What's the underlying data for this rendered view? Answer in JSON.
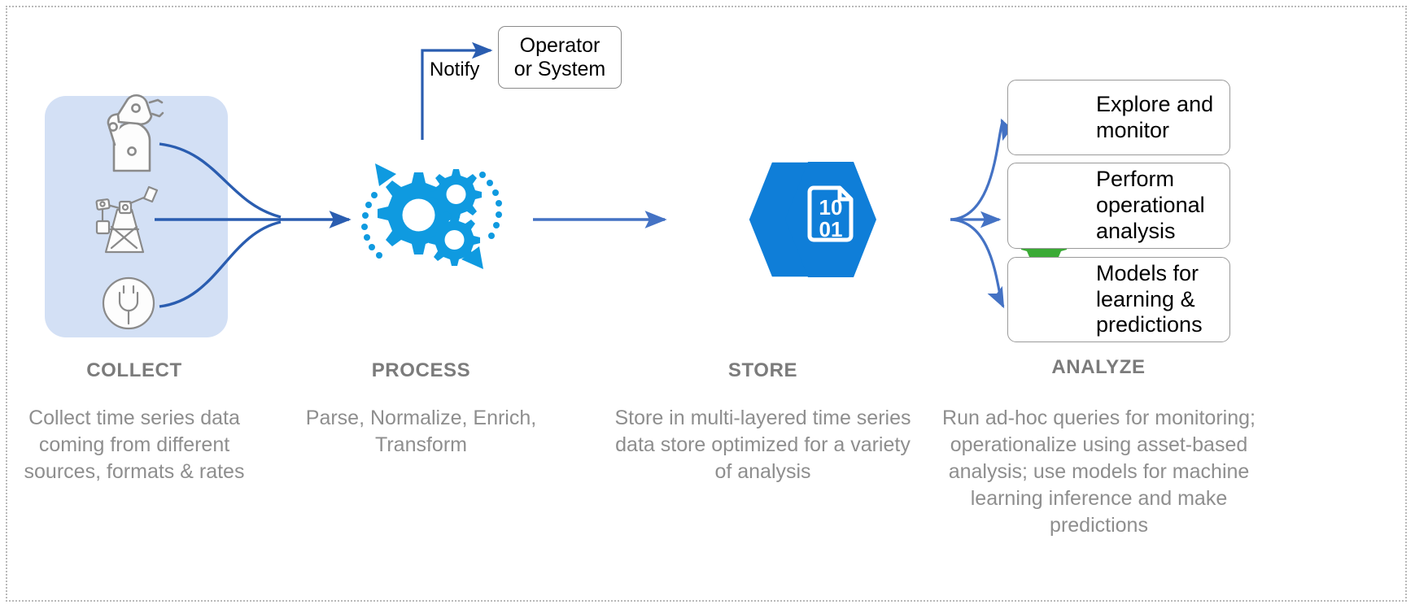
{
  "diagram": {
    "title": "Time series data pipeline",
    "frame_style": "dotted-border"
  },
  "colors": {
    "azure_blue": "#0f7ed8",
    "arrow_blue": "#4472c4",
    "notify_blue": "#2a5db0",
    "collect_panel_bg": "#d3e0f5",
    "icon_gray": "#8a8a8a",
    "caption_gray": "#7b7b7b",
    "description_gray": "#8e8e8e",
    "gear_green": "#3aaa35"
  },
  "notify": {
    "label": "Notify",
    "target_box": "Operator\nor System",
    "target_line_1": "Operator",
    "target_line_2": "or System"
  },
  "stages": [
    {
      "id": "collect",
      "title": "COLLECT",
      "description": "Collect time series data coming from different sources, formats & rates",
      "sources": [
        {
          "name": "robot-arm-icon",
          "label": "Robotic arm"
        },
        {
          "name": "oil-rig-icon",
          "label": "Oil rig / pumpjack"
        },
        {
          "name": "power-plug-icon",
          "label": "Power plug"
        }
      ]
    },
    {
      "id": "process",
      "title": "PROCESS",
      "description": "Parse, Normalize, Enrich, Transform",
      "icon": "gears-icon"
    },
    {
      "id": "store",
      "title": "STORE",
      "description": "Store in multi-layered time series data store optimized for a variety of analysis",
      "icon": "binary-document-hexagon-icon",
      "icon_text_line_1": "10",
      "icon_text_line_2": "01"
    },
    {
      "id": "analyze",
      "title": "ANALYZE",
      "description": "Run ad-hoc queries for monitoring; operationalize using asset-based analysis; use models for machine learning inference and make predictions",
      "cards": [
        {
          "id": "explore",
          "icon": "lightbulb-icon",
          "label": "Explore and monitor",
          "line_1": "Explore and",
          "line_2": "monitor"
        },
        {
          "id": "perform",
          "icon": "operational-analysis-chart-icon",
          "label": "Perform operational analysis",
          "line_1": "Perform",
          "line_2": "operational",
          "line_3": "analysis"
        },
        {
          "id": "models",
          "icon": "machine-learning-magnifier-icon",
          "label": "Models for learning & predictions",
          "line_1": "Models for",
          "line_2": "learning &",
          "line_3": "predictions"
        }
      ]
    }
  ]
}
